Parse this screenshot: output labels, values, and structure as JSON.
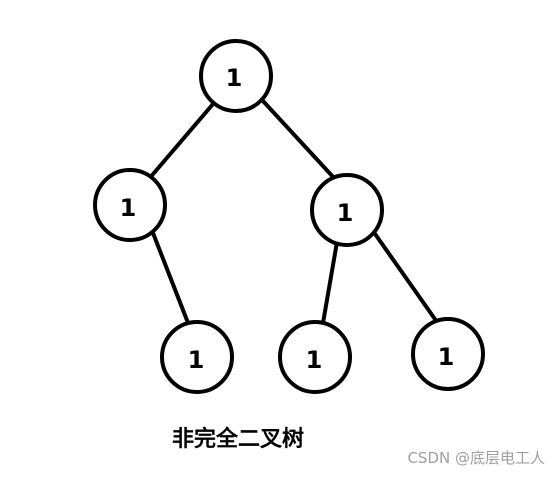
{
  "diagram": {
    "nodes": [
      {
        "id": "root",
        "label": "1"
      },
      {
        "id": "left",
        "label": "1"
      },
      {
        "id": "right",
        "label": "1"
      },
      {
        "id": "left-right-child",
        "label": "1"
      },
      {
        "id": "right-left-child",
        "label": "1"
      },
      {
        "id": "right-right-child",
        "label": "1"
      }
    ],
    "edges": [
      {
        "from": "root",
        "to": "left"
      },
      {
        "from": "root",
        "to": "right"
      },
      {
        "from": "left",
        "to": "left-right-child"
      },
      {
        "from": "right",
        "to": "right-left-child"
      },
      {
        "from": "right",
        "to": "right-right-child"
      }
    ],
    "caption": "非完全二叉树"
  },
  "watermark": "CSDN @底层电工人",
  "colors": {
    "stroke": "#000000",
    "fill": "#ffffff",
    "watermark": "#9e9e9e"
  }
}
